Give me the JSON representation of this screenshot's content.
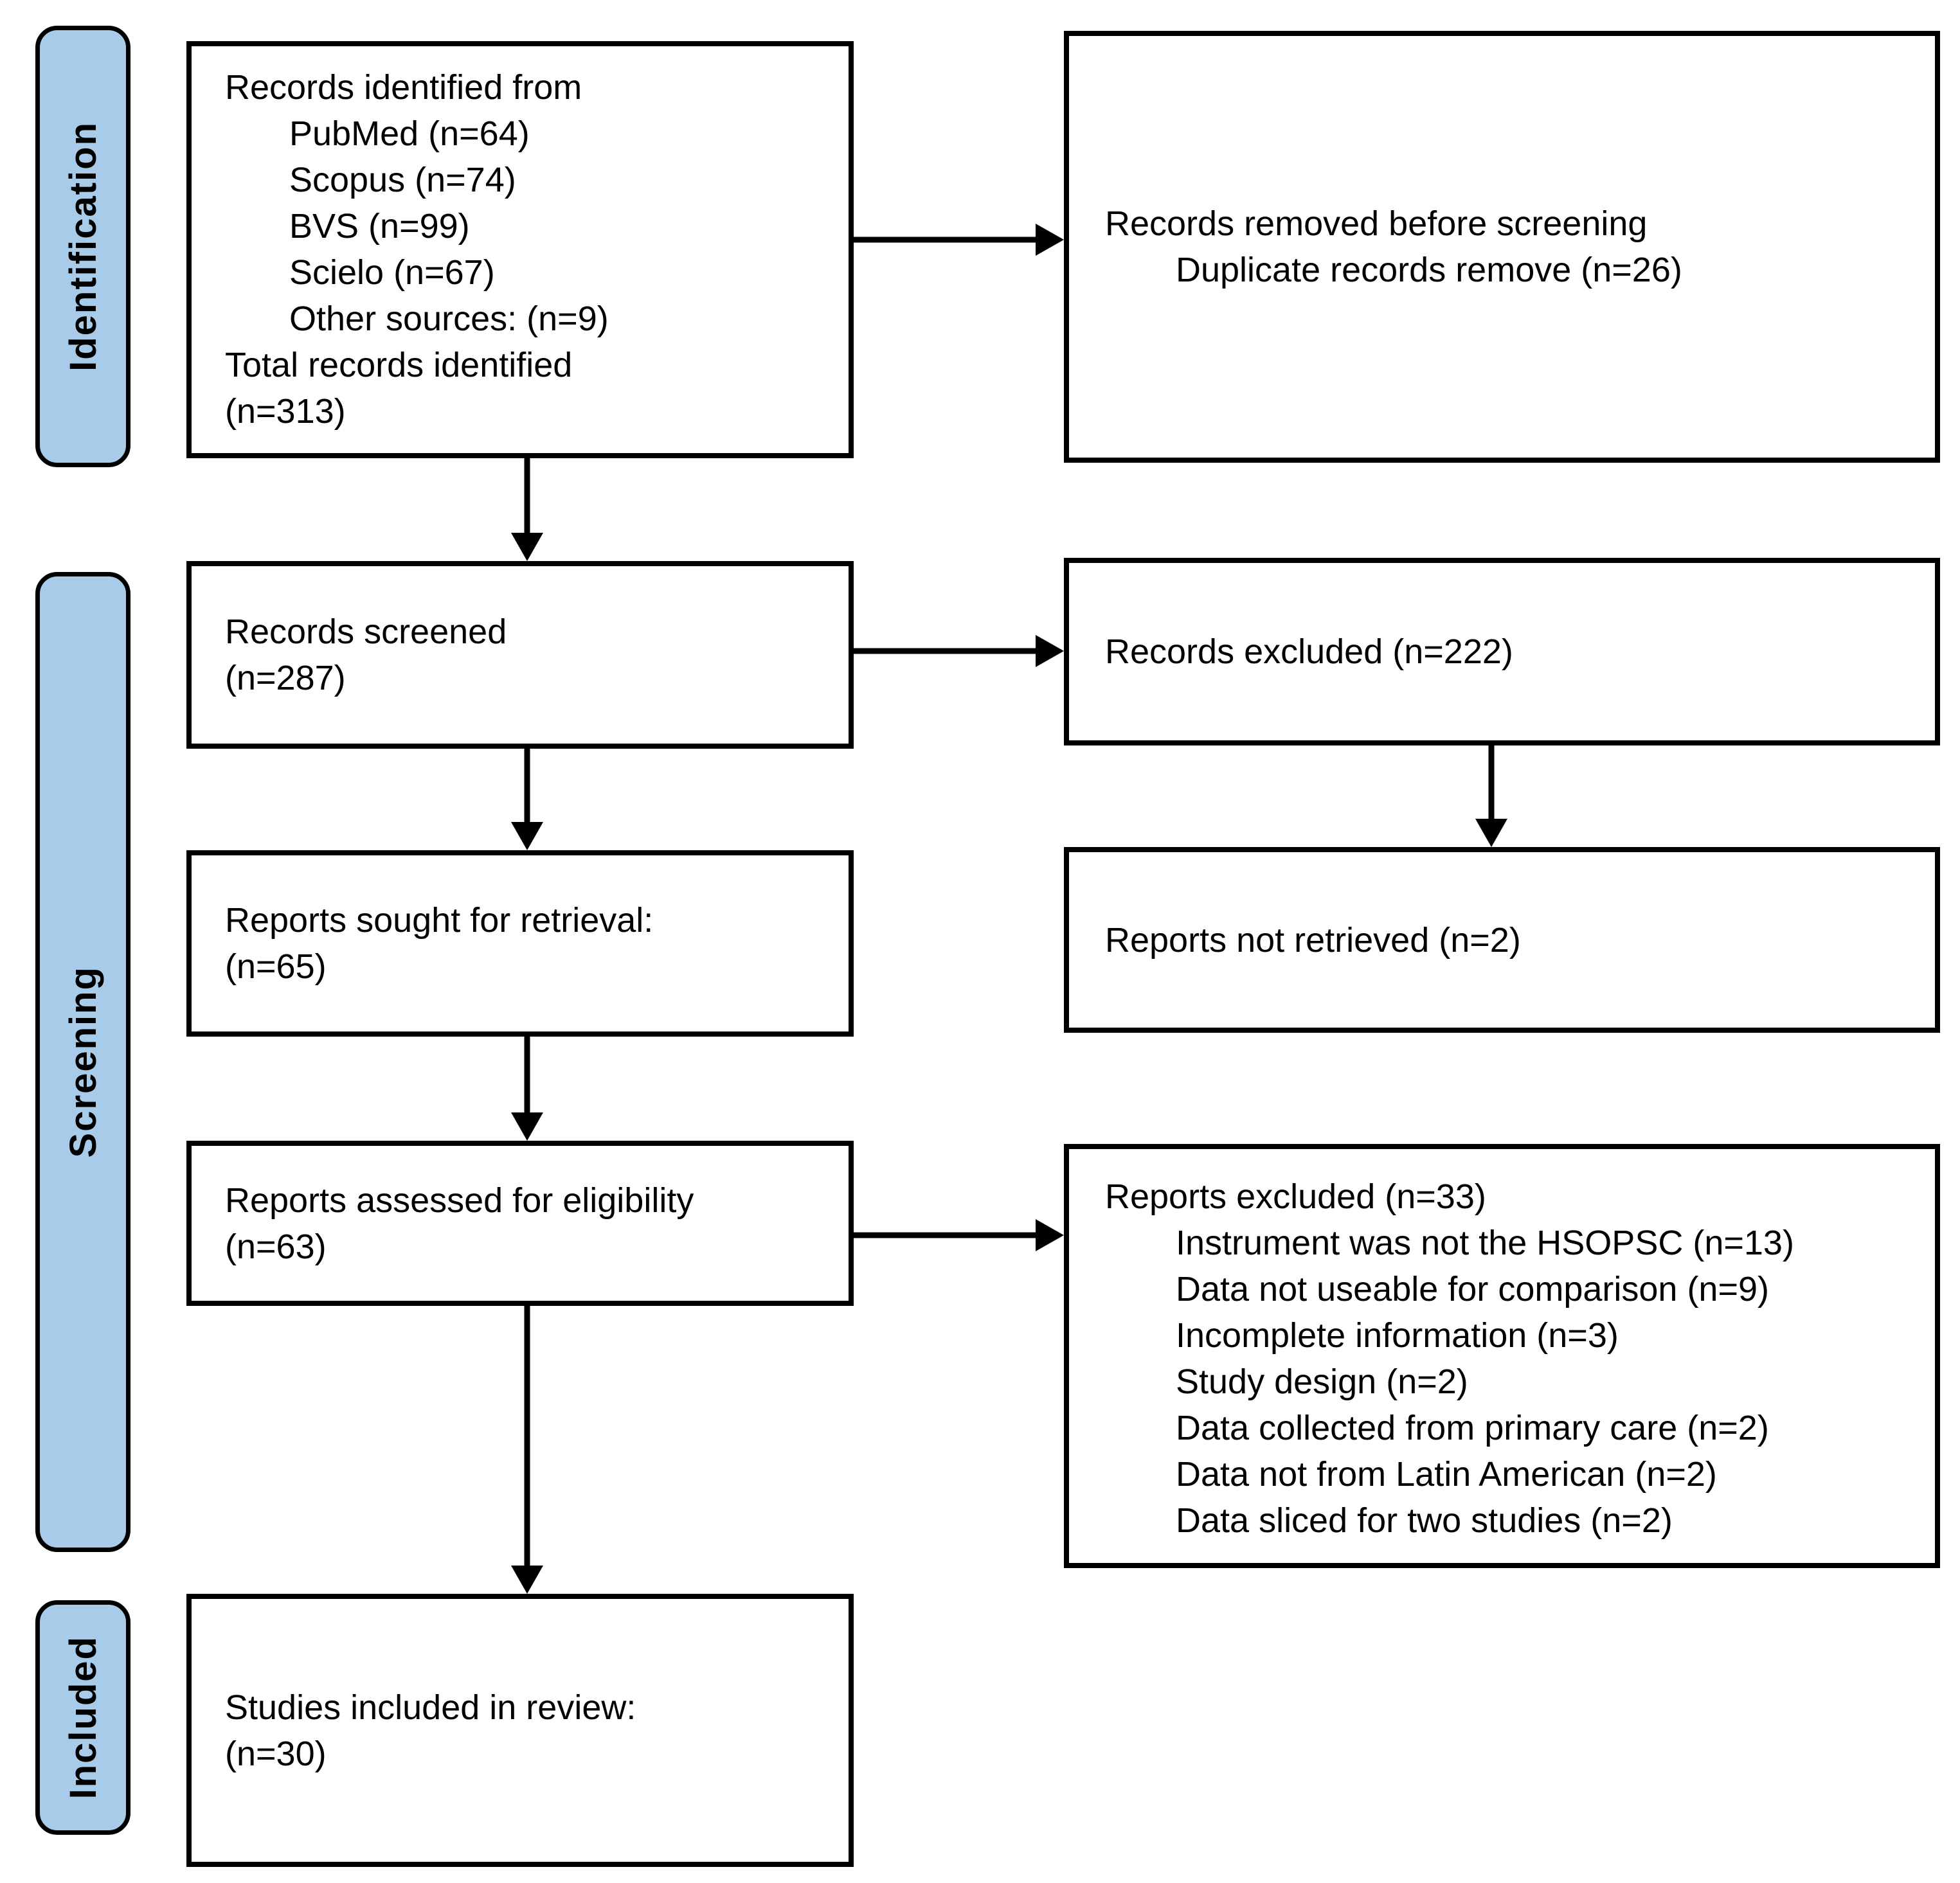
{
  "diagram": {
    "type": "flowchart",
    "stages": [
      {
        "label": "Identification"
      },
      {
        "label": "Screening"
      },
      {
        "label": "Included"
      }
    ],
    "boxes": {
      "records_identified": {
        "title": "Records identified from",
        "items": [
          "PubMed (n=64)",
          "Scopus (n=74)",
          "BVS (n=99)",
          "Scielo (n=67)",
          "Other sources: (n=9)"
        ],
        "total_line1": "Total records identified",
        "total_line2": "(n=313)"
      },
      "records_removed": {
        "title": "Records removed before screening",
        "items": [
          "Duplicate records remove (n=26)"
        ]
      },
      "records_screened": {
        "line1": "Records screened",
        "line2": "(n=287)"
      },
      "records_excluded": {
        "line1": "Records excluded (n=222)"
      },
      "reports_sought": {
        "line1": "Reports sought for retrieval:",
        "line2": "(n=65)"
      },
      "reports_not_retrieved": {
        "line1": "Reports not retrieved (n=2)"
      },
      "reports_assessed": {
        "line1": "Reports assessed for eligibility",
        "line2": "(n=63)"
      },
      "reports_excluded": {
        "title": "Reports excluded (n=33)",
        "items": [
          "Instrument was not the HSOPSC (n=13)",
          "Data not useable for comparison (n=9)",
          "Incomplete information (n=3)",
          "Study design (n=2)",
          "Data collected from primary care (n=2)",
          "Data not from Latin American (n=2)",
          "Data sliced for two studies (n=2)"
        ]
      },
      "studies_included": {
        "line1": "Studies included in review:",
        "line2": "(n=30)"
      }
    },
    "colors": {
      "stage_fill": "#A7CBE9",
      "stage_border": "#000000",
      "box_border": "#000000",
      "arrow": "#000000",
      "background": "#FFFFFF"
    }
  }
}
